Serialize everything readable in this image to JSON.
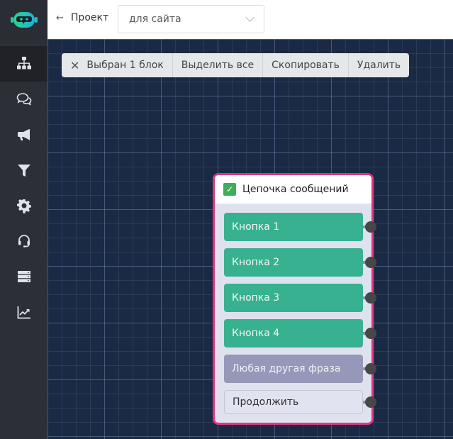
{
  "sidebar": {
    "logo": "robot-logo",
    "items": [
      {
        "icon": "sitemap-icon",
        "active": true
      },
      {
        "icon": "chat-icon"
      },
      {
        "icon": "megaphone-icon"
      },
      {
        "icon": "filter-icon"
      },
      {
        "icon": "gear-icon"
      },
      {
        "icon": "headset-icon"
      },
      {
        "icon": "database-icon"
      },
      {
        "icon": "chart-icon"
      }
    ]
  },
  "topbar": {
    "back_label": "Проект",
    "project_select": "для сайта"
  },
  "selection_bar": {
    "selected_label": "Выбран 1 блок",
    "select_all": "Выделить все",
    "copy": "Скопировать",
    "delete": "Удалить"
  },
  "block": {
    "title": "Цепочка сообщений",
    "buttons": [
      {
        "label": "Кнопка 1",
        "type": "green"
      },
      {
        "label": "Кнопка 2",
        "type": "green"
      },
      {
        "label": "Кнопка 3",
        "type": "green"
      },
      {
        "label": "Кнопка 4",
        "type": "green"
      },
      {
        "label": "Любая другая фраза",
        "type": "grey"
      },
      {
        "label": "Продолжить",
        "type": "plain"
      }
    ]
  },
  "colors": {
    "accent_pink": "#e0357f",
    "button_green": "#37b18f",
    "button_grey": "#9598b8",
    "canvas_bg": "#1b2a44"
  }
}
